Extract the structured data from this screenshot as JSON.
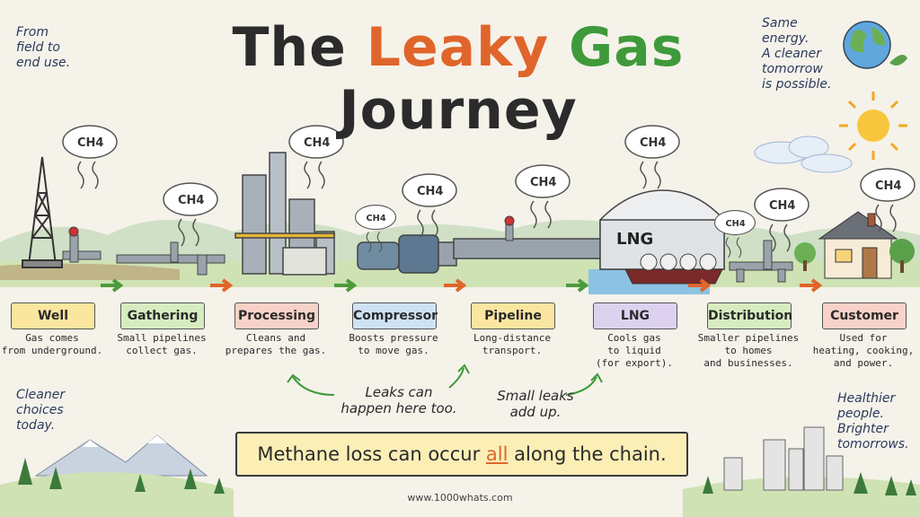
{
  "title": {
    "parts": [
      {
        "text": "The ",
        "color": "#2b2b2b"
      },
      {
        "text": "Leaky ",
        "color": "#e0652a"
      },
      {
        "text": "Gas ",
        "color": "#3e9a3a"
      },
      {
        "text": "Journey",
        "color": "#2b2b2b"
      }
    ]
  },
  "notes": {
    "top_left": [
      "From",
      "field to",
      "end use."
    ],
    "top_right": [
      "Same",
      "energy.",
      "A cleaner",
      "tomorrow",
      "is possible."
    ],
    "bottom_left": [
      "Cleaner",
      "choices",
      "today."
    ],
    "bottom_right": [
      "Healthier",
      "people.",
      "Brighter",
      "tomorrows."
    ]
  },
  "emission_label": "CH4",
  "lng_tank_label": "LNG",
  "stages": [
    {
      "label": "Well",
      "desc": [
        "Gas comes",
        "from underground."
      ],
      "color": "#fbe6a0"
    },
    {
      "label": "Gathering",
      "desc": [
        "Small pipelines",
        "collect gas."
      ],
      "color": "#d6ecc0"
    },
    {
      "label": "Processing",
      "desc": [
        "Cleans and",
        "prepares the gas."
      ],
      "color": "#f8d2c8"
    },
    {
      "label": "Compressor",
      "desc": [
        "Boosts pressure",
        "to move gas."
      ],
      "color": "#cfe2f5"
    },
    {
      "label": "Pipeline",
      "desc": [
        "Long-distance",
        "transport."
      ],
      "color": "#fbe6a0"
    },
    {
      "label": "LNG",
      "desc": [
        "Cools gas",
        "to liquid",
        "(for export)."
      ],
      "color": "#dcd2f0"
    },
    {
      "label": "Distribution",
      "desc": [
        "Smaller pipelines",
        "to homes",
        "and businesses."
      ],
      "color": "#d6ecc0"
    },
    {
      "label": "Customer",
      "desc": [
        "Used for",
        "heating, cooking,",
        "and power."
      ],
      "color": "#f8d2c8"
    }
  ],
  "callouts": {
    "leaks_here": [
      "Leaks can",
      "happen here too."
    ],
    "small_leaks": [
      "Small leaks",
      "add up."
    ]
  },
  "banner": {
    "parts": [
      "Methane loss can occur ",
      "all",
      " along the chain."
    ],
    "highlight_color": "#e0652a"
  },
  "footer": "www.1000whats.com"
}
